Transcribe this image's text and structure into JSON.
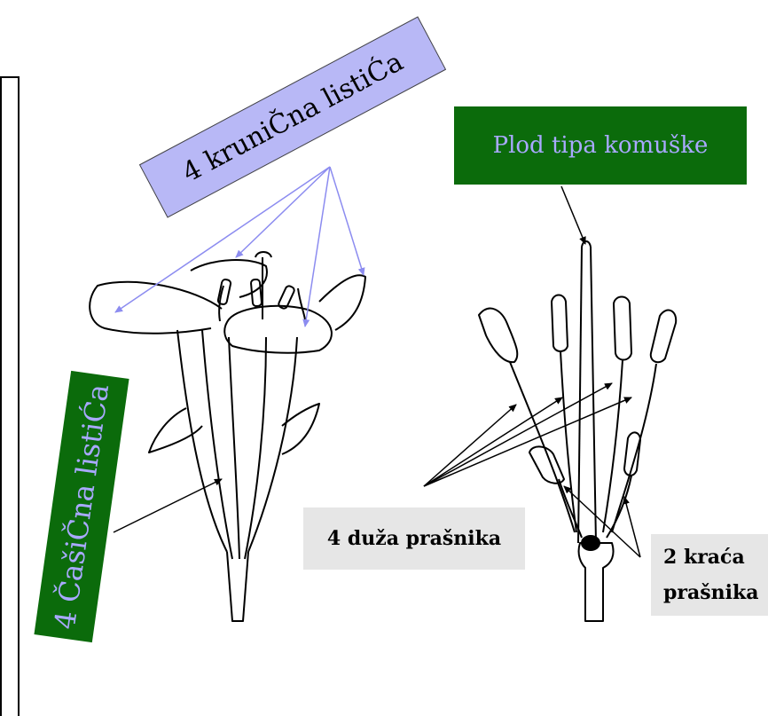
{
  "labels": {
    "petals": "4 kruniČna listiĆa",
    "sepals": "4 ČašiČna listiĆa",
    "fruit": "Plod tipa komuške",
    "long_stamens": "4 duža prašnika",
    "short_stamens_line1": "2 kraća",
    "short_stamens_line2": "prašnika"
  },
  "colors": {
    "green_box": "#0b6b0b",
    "green_text": "#a9a9ff",
    "lavender_box": "#b8b8f6",
    "grey_box": "#e6e6e6",
    "pointer_blue": "#8c8cf0",
    "pointer_black": "#000000"
  }
}
